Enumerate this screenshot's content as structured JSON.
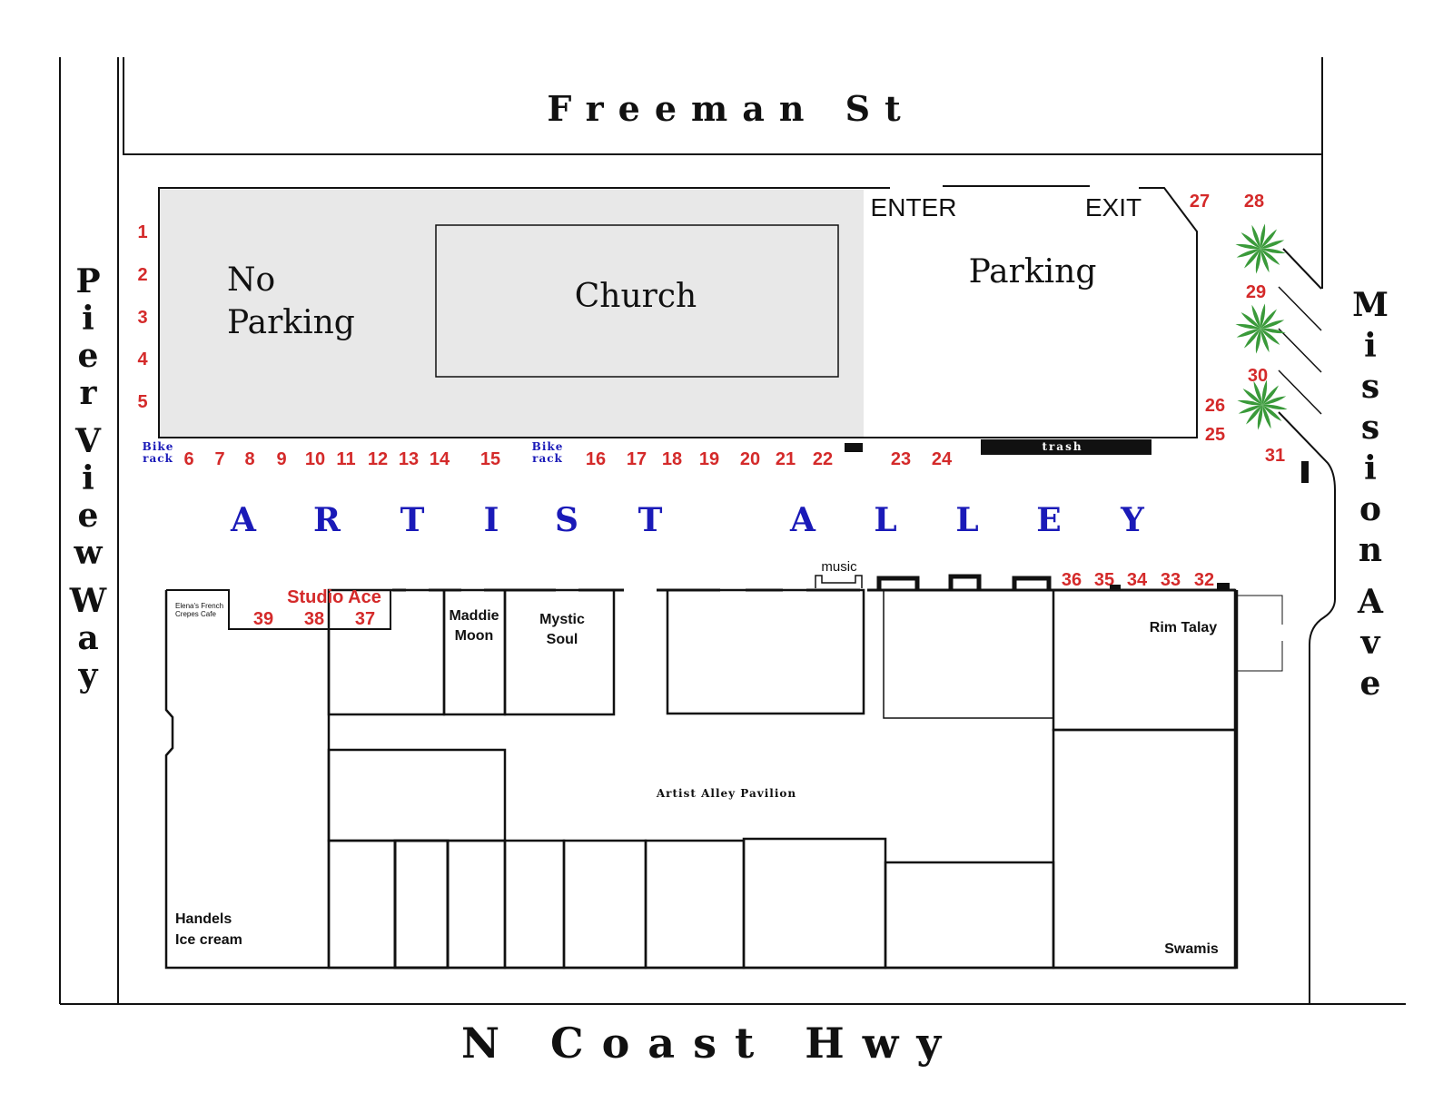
{
  "streets": {
    "north": "Freeman St",
    "south": "N Coast Hwy",
    "west": "Pier View Way",
    "east": "Mission Ave"
  },
  "areas": {
    "no_parking": [
      "No",
      "Parking"
    ],
    "church": "Church",
    "parking": "Parking",
    "enter": "ENTER",
    "exit": "EXIT",
    "trash": "trash",
    "music": "music",
    "artist_alley": "ARTIST ALLEY",
    "pavilion": "Artist Alley Pavilion"
  },
  "bike_rack": [
    "Bike",
    "rack"
  ],
  "shops": {
    "elenas": [
      "Elena's French",
      "Crepes Cafe"
    ],
    "studio_ace": "Studio Ace",
    "maddie_moon": [
      "Maddie",
      "Moon"
    ],
    "mystic_soul": [
      "Mystic",
      "Soul"
    ],
    "rim_talay": "Rim Talay",
    "handels": [
      "Handels",
      "Ice cream"
    ],
    "swamis": "Swamis"
  },
  "booths": {
    "west_column": [
      "1",
      "2",
      "3",
      "4",
      "5"
    ],
    "north_row": [
      "6",
      "7",
      "8",
      "9",
      "10",
      "11",
      "12",
      "13",
      "14",
      "15",
      "16",
      "17",
      "18",
      "19",
      "20",
      "21",
      "22",
      "23",
      "24"
    ],
    "east_parking": [
      "25",
      "26",
      "27",
      "28"
    ],
    "mission_side": [
      "29",
      "30",
      "31"
    ],
    "south_row_east": [
      "32",
      "33",
      "34",
      "35",
      "36"
    ],
    "studio_ace_row": [
      "37",
      "38",
      "39"
    ]
  },
  "colors": {
    "booth_number": "#d42a2a",
    "alley_text": "#1a1ab8",
    "shaded_area": "#e8e8e8",
    "palm": "#3a9a3a"
  }
}
